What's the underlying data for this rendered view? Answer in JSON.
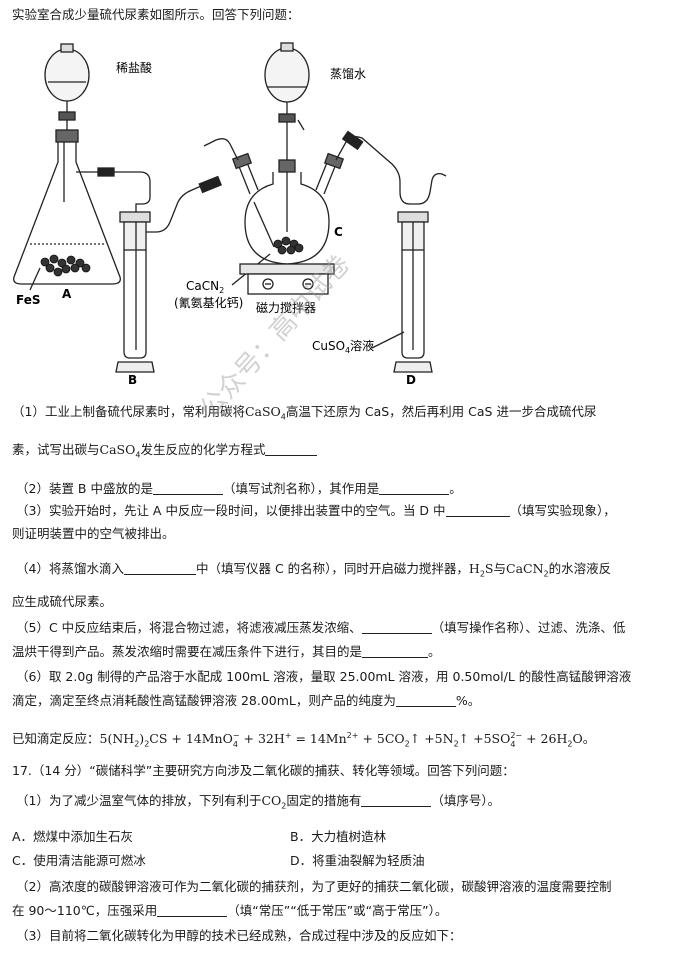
{
  "intro": "实验室合成少量硫代尿素如图所示。回答下列问题：",
  "figure": {
    "labels": {
      "dilute_hcl": "稀盐酸",
      "distilled_water": "蒸馏水",
      "fes": "FeS",
      "a": "A",
      "b": "B",
      "c": "C",
      "d": "D",
      "cacn2": "CaCN",
      "cacn2_sub": "2",
      "cacn2_name": "(氰氨基化钙)",
      "stirrer": "磁力搅拌器",
      "cuso4": "CuSO",
      "cuso4_sub": "4",
      "cuso4_tail": "溶液"
    }
  },
  "q1": {
    "line1_a": "（1）工业上制备硫代尿素时，常利用碳将",
    "formula_a": "CaSO",
    "formula_a_sub": "4",
    "line1_b": "高温下还原为 CaS，然后再利用 CaS 进一步合成硫代尿",
    "line2_a": "素，试写出碳与",
    "formula_b": "CaSO",
    "formula_b_sub": "4",
    "line2_b": "发生反应的化学方程式"
  },
  "q2": {
    "text_a": "（2）装置 B 中盛放的是",
    "text_b": "（填写试剂名称），其作用是",
    "text_end": "。"
  },
  "q3": {
    "text_a": "（3）实验开始时，先让 A 中反应一段时间，以便排出装置中的空气。当 D 中",
    "text_b": "（填写实验现象），",
    "line2": "则证明装置中的空气被排出。"
  },
  "q4": {
    "text_a": "（4）将蒸馏水滴入",
    "text_b": "中（填写仪器 C 的名称），同时开启磁力搅拌器，",
    "h2s": "H",
    "h2s_sub": "2",
    "h2s_tail": "S",
    "text_c": "与",
    "cacn2": "CaCN",
    "cacn2_sub": "2",
    "text_d": "的水溶液反",
    "line2": "应生成硫代尿素。"
  },
  "q5": {
    "text_a": "（5）C 中反应结束后，将混合物过滤，将滤液减压蒸发浓缩、",
    "text_b": "（填写操作名称）、过滤、洗涤、低",
    "line2_a": "温烘干得到产品。蒸发浓缩时需要在减压条件下进行，其目的是",
    "line2_end": "。"
  },
  "q6": {
    "line1": "（6）取 2.0g 制得的产品溶于水配成 100mL 溶液，量取 25.00mL 溶液，用 0.50mol/L 的酸性高锰酸钾溶液",
    "line2_a": "滴定，滴定至终点消耗酸性高锰酸钾溶液 28.00mL，则产品的纯度为",
    "line2_end": "%。"
  },
  "equation": {
    "prefix": "已知滴定反应：",
    "lhs_a": "5",
    "paren_open": "(",
    "nh2": "NH",
    "nh2_sub": "2",
    "paren_close": ")",
    "sub2": "2",
    "lhs_b": "CS + 14MnO",
    "mno4_sup": "−",
    "mno4_sub": "4",
    "lhs_c": " + 32H",
    "h_sup": "+",
    "rhs_a": " = 14Mn",
    "mn_sup": "2+",
    "rhs_b": " + 5CO",
    "co2_sub": "2",
    "rhs_c": "↑ +5N",
    "n2_sub": "2",
    "rhs_d": "↑ +5SO",
    "so4_sup": "2−",
    "so4_sub": "4",
    "rhs_e": " + 26H",
    "h2o_sub": "2",
    "rhs_f": "O",
    "end": "。"
  },
  "q17": {
    "header": "17.（14 分）“碳储科学”主要研究方向涉及二氧化碳的捕获、转化等领域。回答下列问题：",
    "p1_a": "（1）为了减少温室气体的排放，下列有利于",
    "co2": "CO",
    "co2_sub": "2",
    "p1_b": "固定的措施有",
    "p1_c": "（填序号）。",
    "options": {
      "a": "A．燃煤中添加生石灰",
      "b": "B．大力植树造林",
      "c": "C．使用清洁能源可燃冰",
      "d": "D．将重油裂解为轻质油"
    },
    "p2_line1": "（2）高浓度的碳酸钾溶液可作为二氧化碳的捕获剂，为了更好的捕获二氧化碳，碳酸钾溶液的温度需要控制",
    "p2_line2_a": "在 90～110℃，压强采用",
    "p2_line2_b": "（填“常压”“低于常压”或“高于常压”）。",
    "p3": "（3）目前将二氧化碳转化为甲醇的技术已经成熟，合成过程中涉及的反应如下："
  },
  "watermark": "公众号：高中试卷"
}
